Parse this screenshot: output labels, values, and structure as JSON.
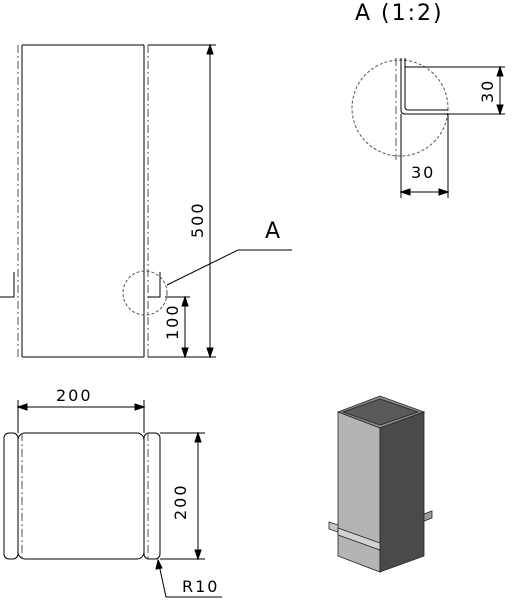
{
  "drawing": {
    "detail_label": "A",
    "detail_title": "A (1:2)",
    "front_view": {
      "height_dim": "500",
      "flange_height_dim": "100"
    },
    "detail_view": {
      "vertical_dim": "30",
      "horizontal_dim": "30"
    },
    "top_view": {
      "width_dim": "200",
      "depth_dim": "200",
      "radius_dim": "R10"
    }
  },
  "colors": {
    "line": "#000000",
    "centerline": "#555555",
    "iso_light": "#b4b4b4",
    "iso_mid": "#7a7a7a",
    "iso_dark": "#4a4a4a"
  }
}
